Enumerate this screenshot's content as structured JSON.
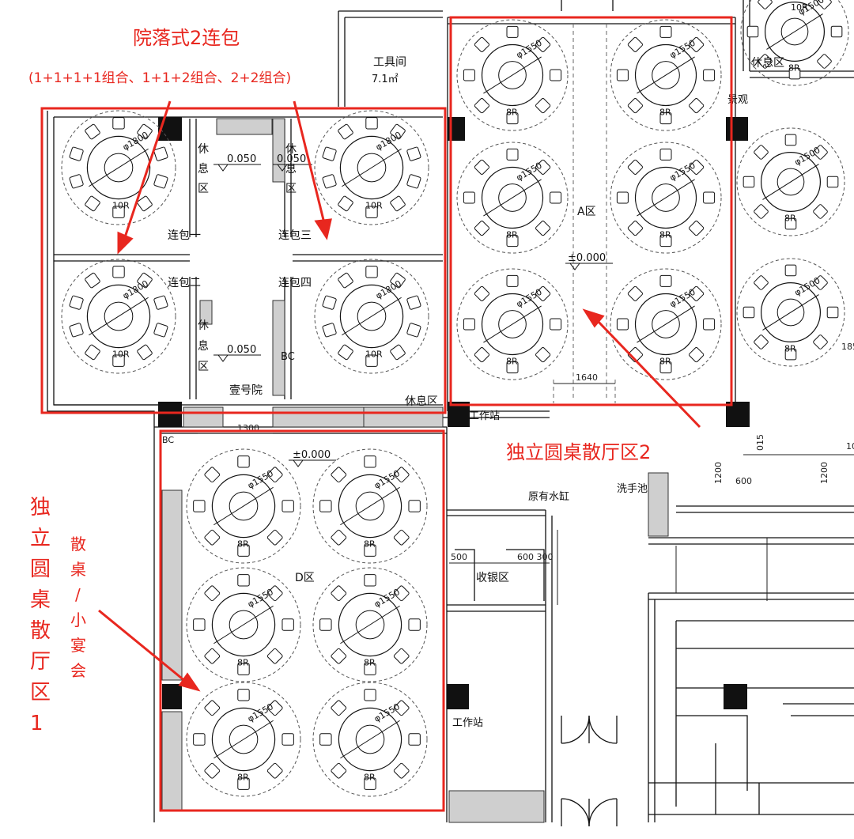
{
  "colors": {
    "annotation": "#e8271f",
    "line": "#111111",
    "dash": "#666666",
    "fill_dark": "#111111"
  },
  "annotations": {
    "courtyard_title": "院落式2连包",
    "courtyard_combos": "(1+1+1+1组合、1+1+2组合、2+2组合)",
    "hall2_title": "独立圆桌散厅区2",
    "hall1_vertical": [
      "独",
      "立",
      "圆",
      "桌",
      "散",
      "厅",
      "区",
      "1"
    ],
    "hall1_sub": [
      "散",
      "桌",
      "/",
      "小",
      "宴",
      "会"
    ]
  },
  "rooms": {
    "tool_room": "工具间",
    "tool_room_area": "7.1㎡",
    "rest_area_top_right": "休息区",
    "rest_area_lower": "休息区",
    "rest_vertical": [
      "休",
      "息",
      "区"
    ],
    "rest_vertical_2": [
      "休",
      "息",
      "区"
    ],
    "rest_vertical_3": [
      "休",
      "息",
      "区"
    ],
    "lianbao_1": "连包一",
    "lianbao_2": "连包二",
    "lianbao_3": "连包三",
    "lianbao_4": "连包四",
    "yard": "壹号院",
    "bc": "BC",
    "bc_left": "BC",
    "zone_a": "A区",
    "zone_d": "D区",
    "workstation_1": "工作站",
    "workstation_2": "工作站",
    "cashier": "收银区",
    "water_tank": "原有水缸",
    "wash_basin": "洗手池",
    "top_table_label": "10R",
    "scenic": "景观"
  },
  "levels": {
    "courtyard_left": "0.050",
    "courtyard_right": "0.050",
    "courtyard_lower": "0.050",
    "zone_a": "±0.000",
    "zone_d": "±0.000"
  },
  "dimensions": {
    "d1300": "1300",
    "d1640": "1640",
    "d500": "500",
    "d600_300": "600 300",
    "d015": "015",
    "d185": "185",
    "d1200a": "1200",
    "d1200b": "1200",
    "d600": "600",
    "d10": "10"
  },
  "tables": {
    "courtyard": [
      {
        "label": "10R",
        "size": "φ1800"
      },
      {
        "label": "10R",
        "size": "φ1800"
      },
      {
        "label": "10R",
        "size": "φ1800"
      },
      {
        "label": "10R",
        "size": "φ1800"
      }
    ],
    "zone_a": [
      {
        "label": "8R",
        "size": "φ1550"
      },
      {
        "label": "8R",
        "size": "φ1550"
      },
      {
        "label": "8R",
        "size": "φ1550"
      },
      {
        "label": "8R",
        "size": "φ1550"
      },
      {
        "label": "8R",
        "size": "φ1550"
      },
      {
        "label": "8R",
        "size": "φ1550"
      }
    ],
    "zone_right": [
      {
        "label": "8R",
        "size": "φ1500"
      },
      {
        "label": "8R",
        "size": "φ1500"
      },
      {
        "label": "8R",
        "size": "φ1500"
      }
    ],
    "zone_d": [
      {
        "label": "8R",
        "size": "φ1550"
      },
      {
        "label": "8R",
        "size": "φ1550"
      },
      {
        "label": "8R",
        "size": "φ1550"
      },
      {
        "label": "8R",
        "size": "φ1550"
      },
      {
        "label": "8R",
        "size": "φ1550"
      },
      {
        "label": "8R",
        "size": "φ1550"
      }
    ]
  }
}
